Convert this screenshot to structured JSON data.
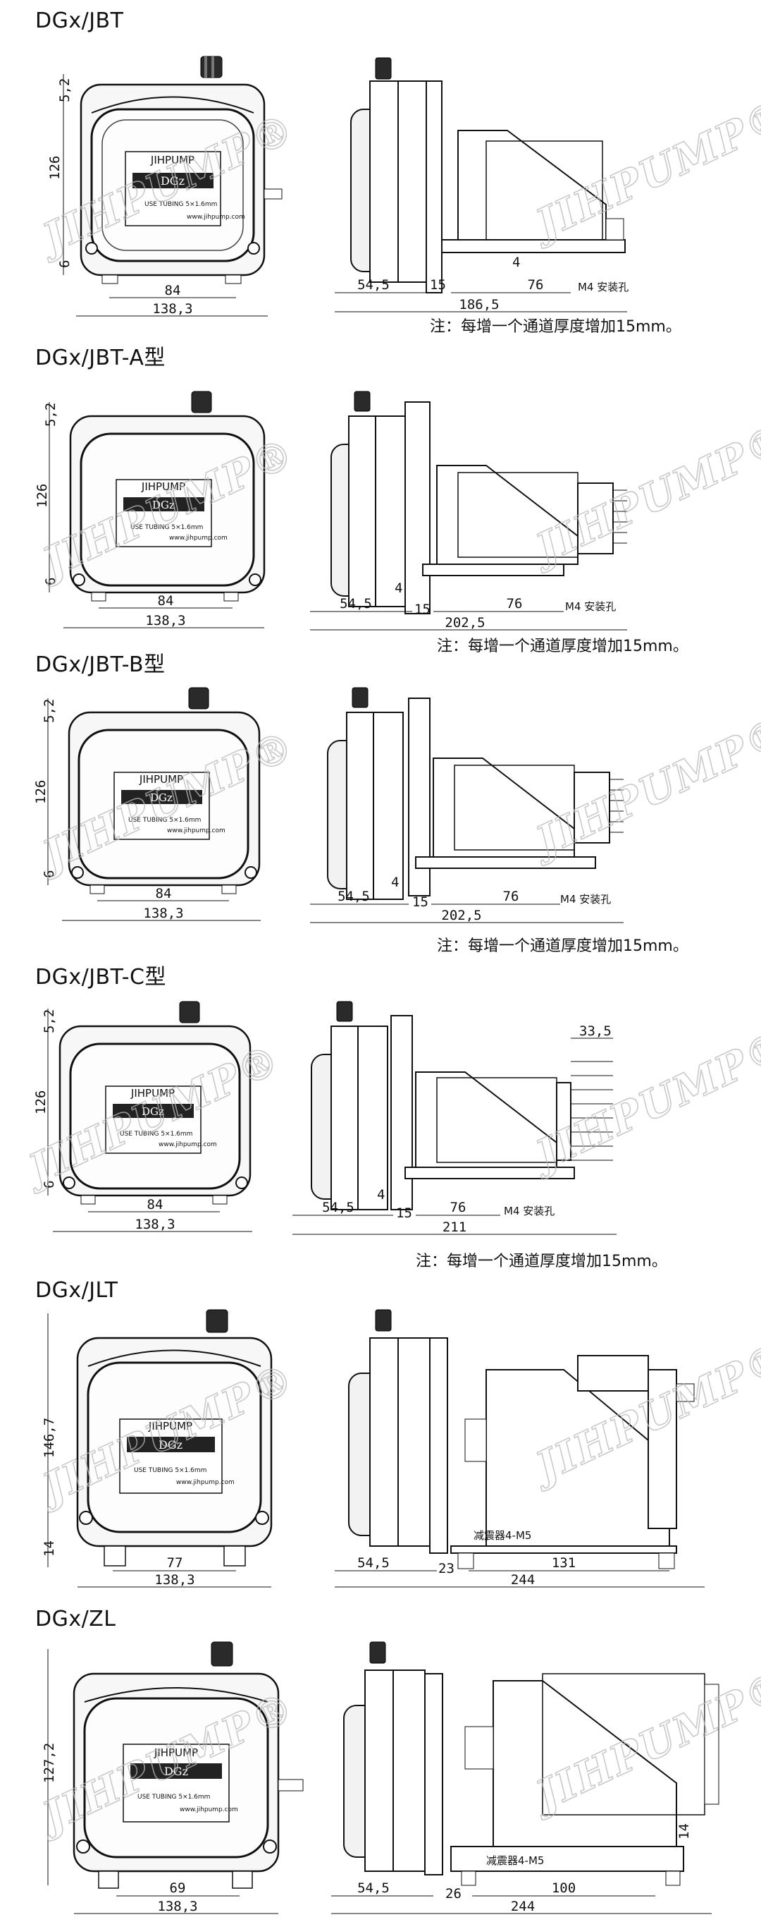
{
  "watermark": "JIHPUMP®",
  "panel_brand": "JIHPUMP",
  "panel_model": "DGz",
  "panel_tubing": "USE TUBING 5×1.6mm",
  "panel_url": "www.jihpump.com",
  "sections": [
    {
      "title": "DGx/JBT",
      "front": {
        "top": "5,2",
        "height": "126",
        "bottom": "6",
        "inner": "84",
        "width": "138,3"
      },
      "side": {
        "d1": "54,5",
        "d2": "4",
        "d3": "15",
        "d4": "76",
        "total": "186,5",
        "mount": "M4 安装孔"
      },
      "note": "注：每增一个通道厚度增加15mm。"
    },
    {
      "title": "DGx/JBT-A型",
      "front": {
        "top": "5,2",
        "height": "126",
        "bottom": "6",
        "inner": "84",
        "width": "138,3"
      },
      "side": {
        "d1": "54,5",
        "d2": "4",
        "d3": "15",
        "d4": "76",
        "total": "202,5",
        "mount": "M4 安装孔"
      },
      "note": "注：每增一个通道厚度增加15mm。"
    },
    {
      "title": "DGx/JBT-B型",
      "front": {
        "top": "5,2",
        "height": "126",
        "bottom": "6",
        "inner": "84",
        "width": "138,3"
      },
      "side": {
        "d1": "54,5",
        "d2": "4",
        "d3": "15",
        "d4": "76",
        "total": "202,5",
        "mount": "M4 安装孔"
      },
      "note": "注：每增一个通道厚度增加15mm。"
    },
    {
      "title": "DGx/JBT-C型",
      "front": {
        "top": "5,2",
        "height": "126",
        "bottom": "6",
        "inner": "84",
        "width": "138,3"
      },
      "side": {
        "d1": "54,5",
        "d2": "4",
        "d3": "15",
        "d4": "76",
        "total": "211",
        "extra": "33,5",
        "mount": "M4 安装孔"
      },
      "note": "注：每增一个通道厚度增加15mm。"
    },
    {
      "title": "DGx/JLT",
      "front": {
        "height": "146,7",
        "bottom": "14",
        "inner": "77",
        "width": "138,3"
      },
      "side": {
        "d1": "54,5",
        "d2": "23",
        "d3": "131",
        "total": "244",
        "mount": "减震器4-M5"
      }
    },
    {
      "title": "DGx/ZL",
      "front": {
        "height": "127,2",
        "inner": "69",
        "width": "138,3"
      },
      "side": {
        "d1": "54,5",
        "d2": "26",
        "d3": "100",
        "total": "244",
        "right": "14",
        "mount": "减震器4-M5"
      }
    }
  ]
}
